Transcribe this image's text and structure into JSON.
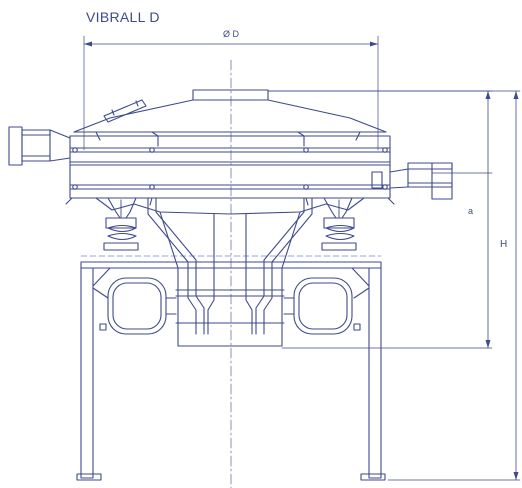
{
  "title": "VIBRALL D",
  "dimensions": {
    "diameter": "Ø D",
    "a": "a",
    "H": "H"
  },
  "colors": {
    "line": "#3f4a8c",
    "text": "#3f4a8c",
    "background": "#ffffff"
  }
}
